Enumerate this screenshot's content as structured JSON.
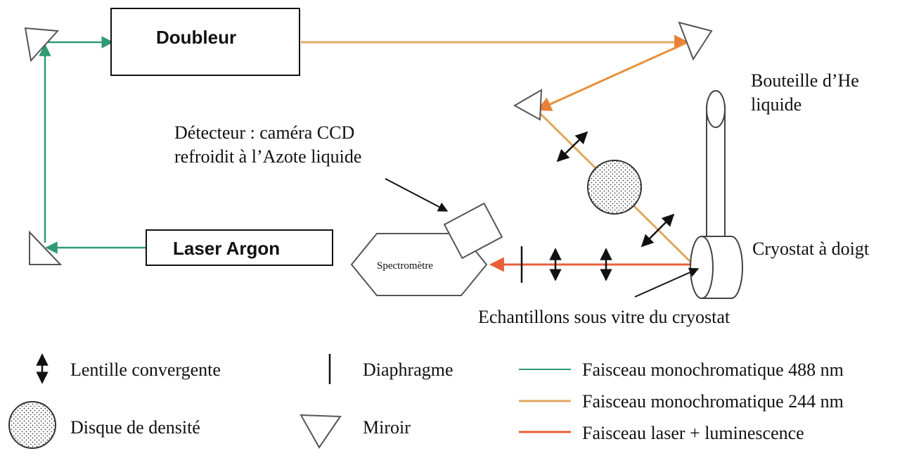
{
  "components": {
    "doubleur": "Doubleur",
    "laser_argon": "Laser Argon",
    "spectrometre": "Spectromètre"
  },
  "annotations": {
    "bouteille_line1": "Bouteille d’He",
    "bouteille_line2": "liquide",
    "detecteur_line1": "Détecteur : caméra CCD",
    "detecteur_line2": "refroidit à l’Azote liquide",
    "cryostat": "Cryostat à doigt",
    "echantillons": "Echantillons sous vitre du cryostat"
  },
  "legend": {
    "lentille": "Lentille convergente",
    "diaphragme": "Diaphragme",
    "disque": "Disque de densité",
    "miroir": "Miroir",
    "beam_488": "Faisceau monochromatique 488 nm",
    "beam_244": "Faisceau monochromatique 244 nm",
    "beam_laser": "Faisceau laser + luminescence"
  },
  "colors": {
    "beam_488": "#2e9a72",
    "beam_244": "#e0a860",
    "beam_laser": "#e8603a",
    "ink": "#111111"
  }
}
